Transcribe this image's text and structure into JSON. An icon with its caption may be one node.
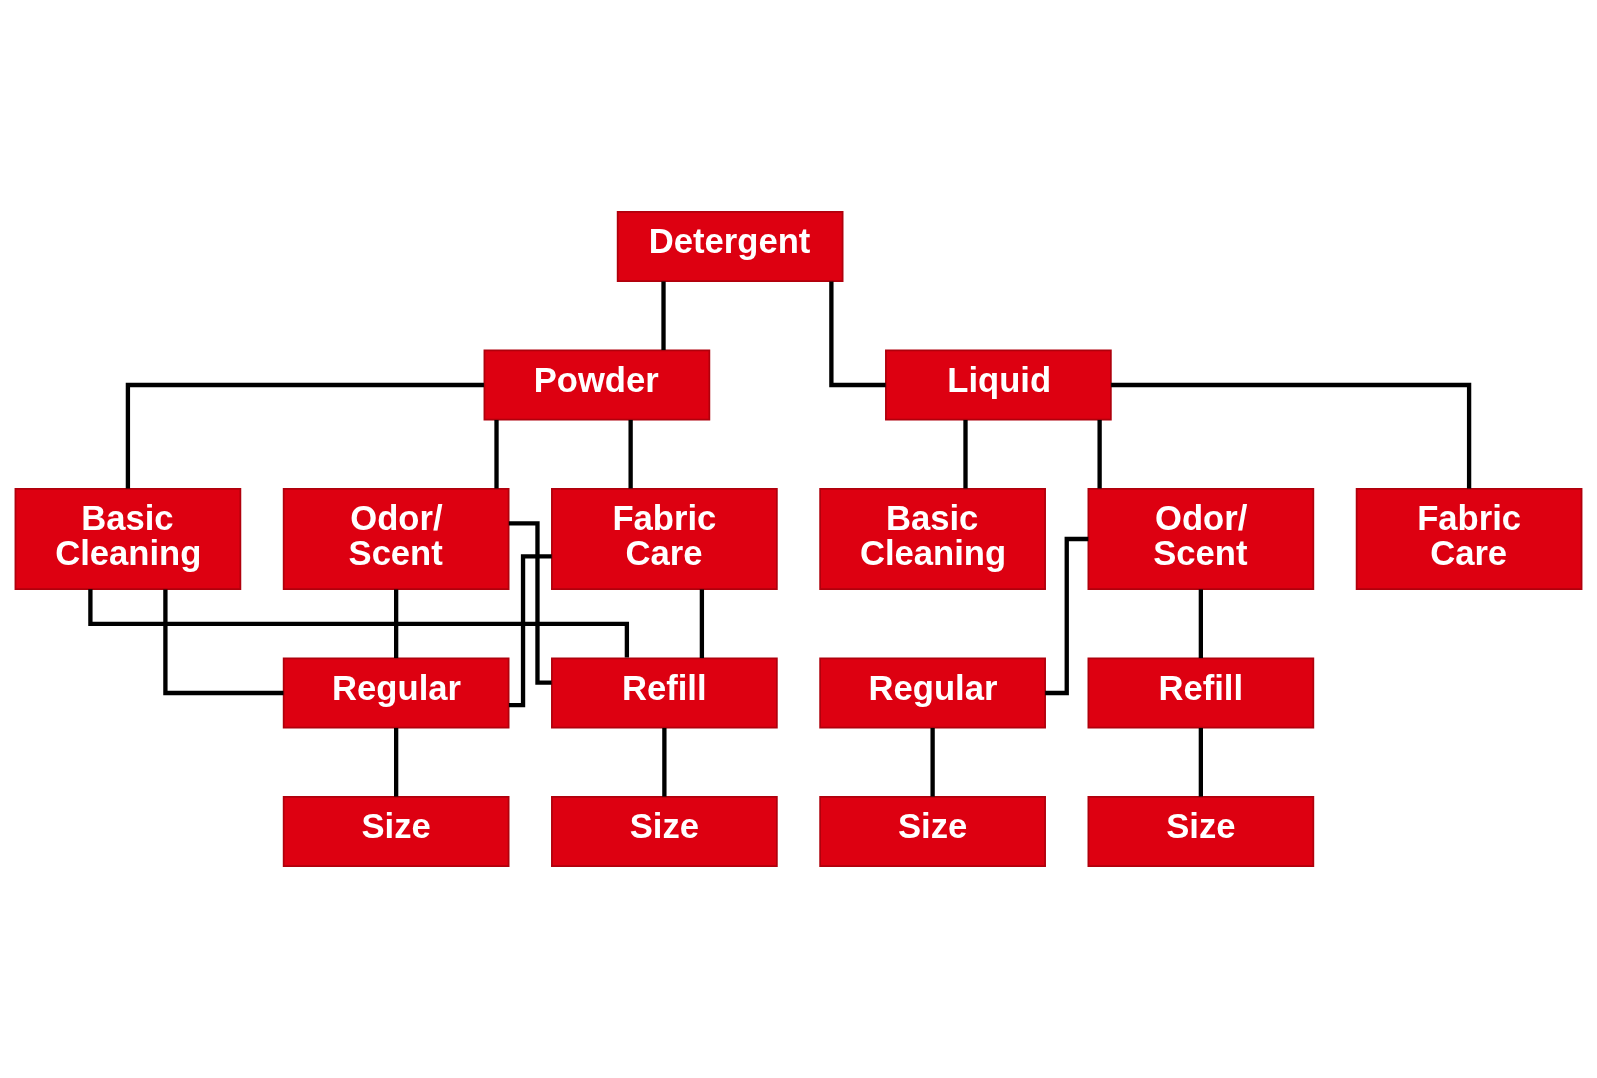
{
  "diagram": {
    "nodes": [
      {
        "text": [
          "Detergent"
        ]
      },
      {
        "text": [
          "Powder"
        ]
      },
      {
        "text": [
          "Liquid"
        ]
      },
      {
        "text": [
          "Basic Cleaning"
        ]
      },
      {
        "text": [
          "Odor/ Scent"
        ]
      },
      {
        "text": [
          "Fabric Care"
        ]
      },
      {
        "text": [
          "Basic Cleaning"
        ]
      },
      {
        "text": [
          "Odor/ Scent"
        ]
      },
      {
        "text": [
          "Fabric Care"
        ]
      },
      {
        "text": [
          "Regular"
        ]
      },
      {
        "text": [
          "Refill"
        ]
      },
      {
        "text": [
          "Regular"
        ]
      },
      {
        "text": [
          "Refill"
        ]
      },
      {
        "text": [
          "Size"
        ]
      },
      {
        "text": [
          "Size"
        ]
      },
      {
        "text": [
          "Size"
        ]
      },
      {
        "text": [
          "Size"
        ]
      }
    ],
    "edges": [
      {
        "from": 0,
        "to": 1,
        "arrow": "none"
      },
      {
        "from": 0,
        "to": 2,
        "arrow": "none"
      },
      {
        "from": 1,
        "to": 3,
        "arrow": "none"
      },
      {
        "from": 1,
        "to": 4,
        "arrow": "none"
      },
      {
        "from": 1,
        "to": 5,
        "arrow": "none"
      },
      {
        "from": 2,
        "to": 6,
        "arrow": "none"
      },
      {
        "from": 2,
        "to": 7,
        "arrow": "none"
      },
      {
        "from": 2,
        "to": 8,
        "arrow": "none"
      },
      {
        "from": 3,
        "to": 9,
        "arrow": "none"
      },
      {
        "from": 3,
        "to": 10,
        "arrow": "none"
      },
      {
        "from": 4,
        "to": 9,
        "arrow": "none"
      },
      {
        "from": 4,
        "to": 10,
        "arrow": "none"
      },
      {
        "from": 5,
        "to": 9,
        "arrow": "none"
      },
      {
        "from": 5,
        "to": 10,
        "arrow": "none"
      },
      {
        "from": 7,
        "to": 11,
        "arrow": "none"
      },
      {
        "from": 7,
        "to": 12,
        "arrow": "none"
      },
      {
        "from": 9,
        "to": 13,
        "arrow": "none"
      },
      {
        "from": 10,
        "to": 14,
        "arrow": "none"
      },
      {
        "from": 11,
        "to": 15,
        "arrow": "none"
      },
      {
        "from": 12,
        "to": 16,
        "arrow": "none"
      }
    ]
  }
}
